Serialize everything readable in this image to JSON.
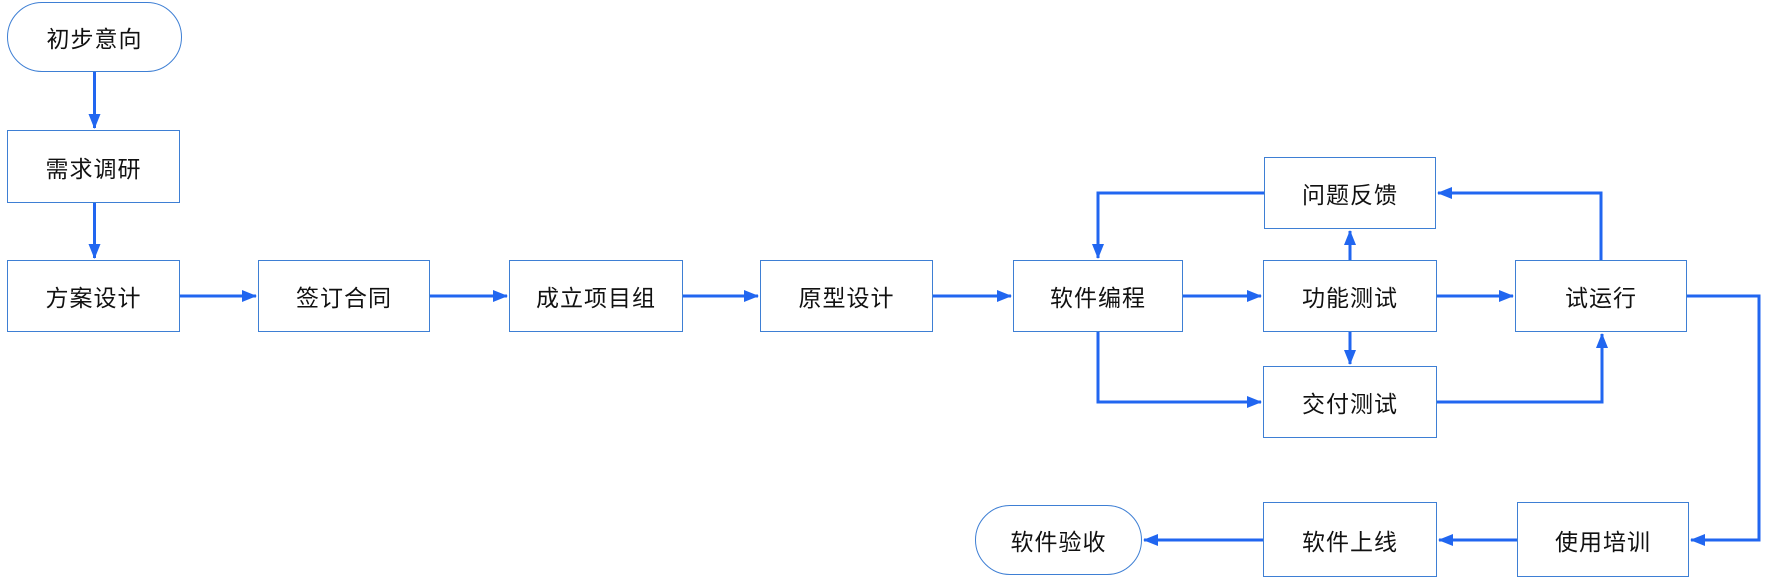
{
  "diagram": {
    "type": "flowchart",
    "language": "zh-CN",
    "colors": {
      "arrow": "#2166f0",
      "node_border": "#3e7fd4",
      "node_fill": "#ffffff",
      "text": "#111111",
      "background": "#ffffff"
    },
    "nodes": {
      "start": {
        "label": "初步意向",
        "shape": "stadium"
      },
      "research": {
        "label": "需求调研",
        "shape": "rect"
      },
      "design": {
        "label": "方案设计",
        "shape": "rect"
      },
      "contract": {
        "label": "签订合同",
        "shape": "rect"
      },
      "team": {
        "label": "成立项目组",
        "shape": "rect"
      },
      "prototype": {
        "label": "原型设计",
        "shape": "rect"
      },
      "coding": {
        "label": "软件编程",
        "shape": "rect"
      },
      "feedback": {
        "label": "问题反馈",
        "shape": "rect"
      },
      "functest": {
        "label": "功能测试",
        "shape": "rect"
      },
      "trial": {
        "label": "试运行",
        "shape": "rect"
      },
      "delivery": {
        "label": "交付测试",
        "shape": "rect"
      },
      "launch": {
        "label": "软件上线",
        "shape": "rect"
      },
      "training": {
        "label": "使用培训",
        "shape": "rect"
      },
      "acceptance": {
        "label": "软件验收",
        "shape": "stadium"
      }
    },
    "edges": [
      {
        "from": "start",
        "to": "research"
      },
      {
        "from": "research",
        "to": "design"
      },
      {
        "from": "design",
        "to": "contract"
      },
      {
        "from": "contract",
        "to": "team"
      },
      {
        "from": "team",
        "to": "prototype"
      },
      {
        "from": "prototype",
        "to": "coding"
      },
      {
        "from": "coding",
        "to": "functest"
      },
      {
        "from": "functest",
        "to": "trial"
      },
      {
        "from": "functest",
        "to": "feedback"
      },
      {
        "from": "feedback",
        "to": "coding"
      },
      {
        "from": "trial",
        "to": "feedback"
      },
      {
        "from": "functest",
        "to": "delivery"
      },
      {
        "from": "coding",
        "to": "delivery"
      },
      {
        "from": "delivery",
        "to": "trial"
      },
      {
        "from": "trial",
        "to": "training"
      },
      {
        "from": "training",
        "to": "launch"
      },
      {
        "from": "launch",
        "to": "acceptance"
      }
    ]
  }
}
